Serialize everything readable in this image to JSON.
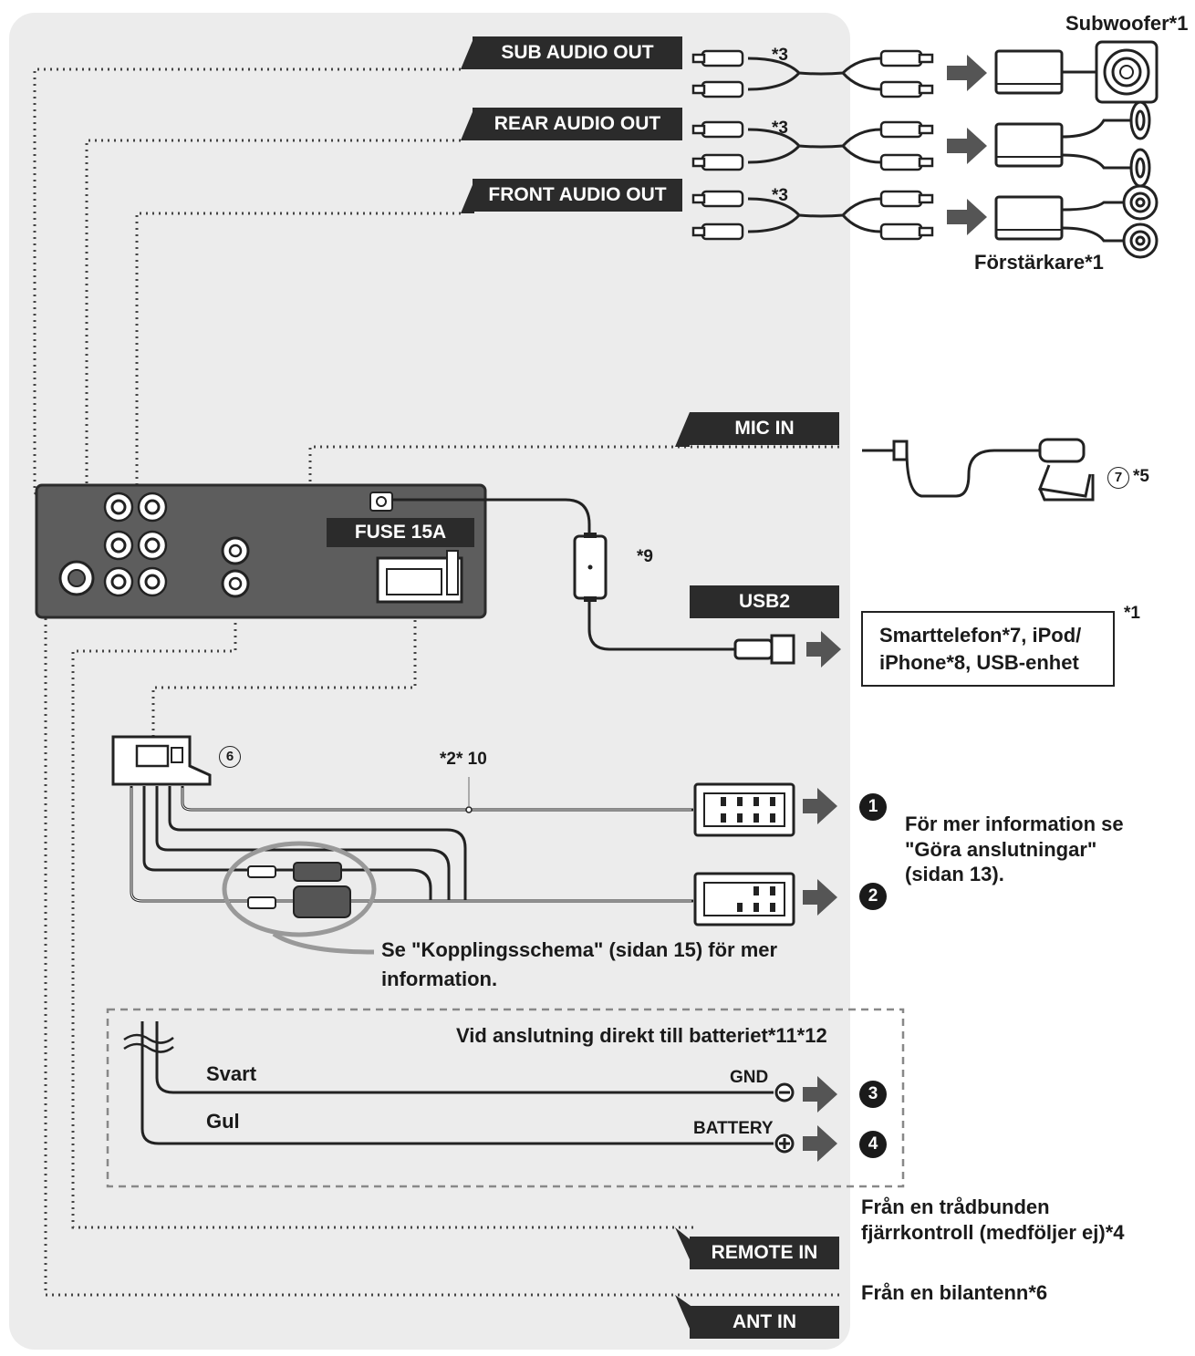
{
  "outputs": {
    "sub_audio_out": "SUB AUDIO OUT",
    "rear_audio_out": "REAR AUDIO OUT",
    "front_audio_out": "FRONT AUDIO OUT",
    "mic_in": "MIC IN",
    "usb2": "USB2",
    "remote_in": "REMOTE IN",
    "ant_in": "ANT IN"
  },
  "unit": {
    "fuse": "FUSE 15A"
  },
  "notes": {
    "rca_note_sub": "*3",
    "rca_note_rear": "*3",
    "rca_note_front": "*3",
    "subwoofer_label": "Subwoofer*1",
    "amplifier_label": "Förstärkare*1",
    "mic_ref": "7",
    "mic_note": "*5",
    "usb_filter_note": "*9",
    "usb_device_note": "*1",
    "usb_device_line1": "Smarttelefon*7, iPod/",
    "usb_device_line2": "iPhone*8, USB-enhet",
    "harness_ref": "6",
    "harness_note": "*2* 10",
    "connection_info_line1": "För mer information se",
    "connection_info_line2": "\"Göra anslutningar\"",
    "connection_info_line3": "(sidan 13).",
    "wiring_info_line1": "Se \"Kopplingsschema\" (sidan 15) för mer",
    "wiring_info_line2": "information.",
    "battery_direct": "Vid anslutning direkt till batteriet*11*12",
    "black_wire": "Svart",
    "yellow_wire": "Gul",
    "gnd": "GND",
    "battery": "BATTERY",
    "remote_note_line1": "Från en trådbunden",
    "remote_note_line2": "fjärrkontroll (medföljer ej)*4",
    "antenna_note": "Från en bilantenn*6"
  },
  "connector_numbers": [
    "1",
    "2",
    "3",
    "4"
  ],
  "colors": {
    "panel_background": "#ececec",
    "label_dark": "#2b2b2b",
    "line": "#222222"
  }
}
